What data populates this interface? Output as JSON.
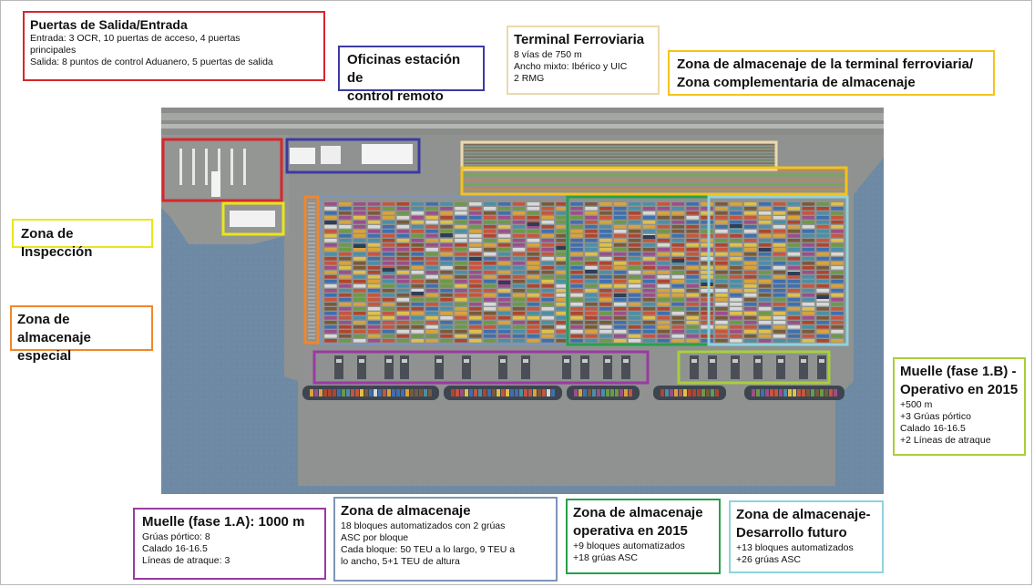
{
  "colors": {
    "gates": "#d7262d",
    "offices": "#3c3ba4",
    "rail": "#ecd9ac",
    "rail_storage": "#f5c21c",
    "inspection": "#e9e61c",
    "special_storage": "#f0872c",
    "storage": "#7e95b8",
    "storage_2015": "#28a04a",
    "future": "#8fd3de",
    "quay_1a": "#9b3aa3",
    "quay_1b": "#a8cf3a"
  },
  "labels": {
    "gates": {
      "title": "Puertas de Salida/Entrada",
      "lines": [
        "Entrada: 3 OCR, 10 puertas de acceso, 4 puertas",
        "principales",
        "Salida: 8 puntos de control Aduanero, 5 puertas de salida"
      ]
    },
    "offices": {
      "title_lines": [
        "Oficinas estación de",
        "control remoto"
      ]
    },
    "rail": {
      "title": "Terminal Ferroviaria",
      "lines": [
        "8 vías de 750 m",
        "Ancho mixto: Ibérico y UIC",
        "2 RMG"
      ]
    },
    "rail_storage": {
      "title_lines": [
        "Zona de almacenaje de la terminal ferroviaria/",
        "Zona complementaria de almacenaje"
      ]
    },
    "inspection": {
      "title": "Zona de Inspección"
    },
    "special_storage": {
      "title_lines": [
        "Zona de almacenaje",
        "especial"
      ]
    },
    "quay_1b": {
      "title_lines": [
        "Muelle (fase 1.B) -",
        "Operativo en 2015"
      ],
      "lines": [
        "+500 m",
        "+3 Grúas pórtico",
        "Calado 16-16.5",
        "+2 Líneas de atraque"
      ]
    },
    "quay_1a": {
      "title": "Muelle (fase 1.A): 1000 m",
      "lines": [
        "Grúas pórtico: 8",
        "Calado 16-16.5",
        "Líneas de atraque: 3"
      ]
    },
    "storage": {
      "title": "Zona de almacenaje",
      "lines": [
        "18 bloques automatizados con 2 grúas",
        "ASC por bloque",
        "Cada bloque: 50 TEU a lo largo, 9 TEU a",
        "lo ancho, 5+1 TEU de altura"
      ]
    },
    "storage_2015": {
      "title_lines": [
        "Zona de almacenaje",
        "operativa en 2015"
      ],
      "lines": [
        "+9 bloques automatizados",
        "+18 grúas ASC"
      ]
    },
    "future": {
      "title_lines": [
        "Zona de almacenaje-",
        "Desarrollo futuro"
      ],
      "lines": [
        "+13 bloques automatizados",
        "+26 grúas ASC"
      ]
    }
  }
}
